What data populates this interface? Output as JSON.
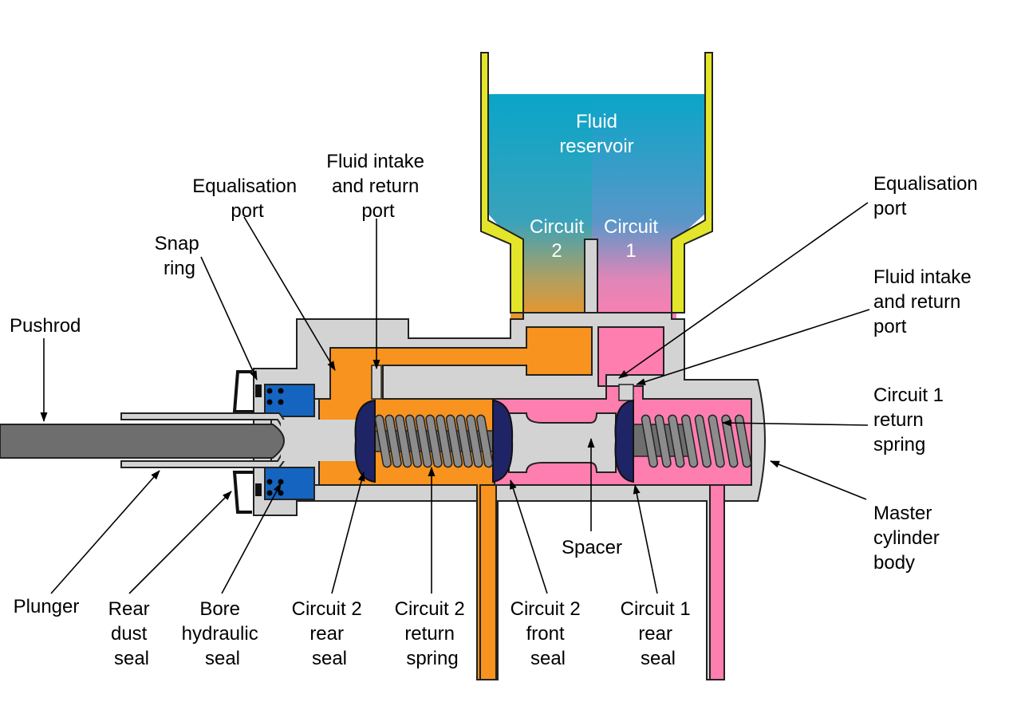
{
  "colors": {
    "body": "#d3d3d3",
    "outline": "#222222",
    "circuit2_fluid": "#f7931e",
    "circuit1_fluid": "#ff7eb0",
    "reservoir_fluid": "#0aa5c8",
    "reservoir_wall": "#e2e52a",
    "pushrod": "#6e6e6e",
    "seal": "#1f2466",
    "bore_seal": "#1565c0",
    "spring": "#8c8c8c"
  },
  "reservoir": {
    "title_line1": "Fluid",
    "title_line2": "reservoir",
    "circuit2_line1": "Circuit",
    "circuit2_line2": "2",
    "circuit1_line1": "Circuit",
    "circuit1_line2": "1"
  },
  "labels": {
    "pushrod": [
      "Pushrod"
    ],
    "snap_ring": [
      "Snap",
      "ring"
    ],
    "equalisation_port_left": [
      "Equalisation",
      "port"
    ],
    "fluid_intake_left": [
      "Fluid intake",
      "and return",
      "port"
    ],
    "equalisation_port_right": [
      "Equalisation",
      "port"
    ],
    "fluid_intake_right": [
      "Fluid intake",
      "and return",
      "port"
    ],
    "circuit1_return_spring": [
      "Circuit 1",
      "return",
      "spring"
    ],
    "master_cylinder_body": [
      "Master",
      "cylinder",
      "body"
    ],
    "plunger": [
      "Plunger"
    ],
    "rear_dust_seal": [
      "Rear",
      "dust",
      "seal"
    ],
    "bore_hydraulic_seal": [
      "Bore",
      "hydraulic",
      "seal"
    ],
    "circuit2_rear_seal": [
      "Circuit 2",
      "rear",
      "seal"
    ],
    "circuit2_return_spring": [
      "Circuit 2",
      "return",
      "spring"
    ],
    "spacer": [
      "Spacer"
    ],
    "circuit2_front_seal": [
      "Circuit 2",
      "front",
      "seal"
    ],
    "circuit1_rear_seal": [
      "Circuit 1",
      "rear",
      "seal"
    ]
  }
}
